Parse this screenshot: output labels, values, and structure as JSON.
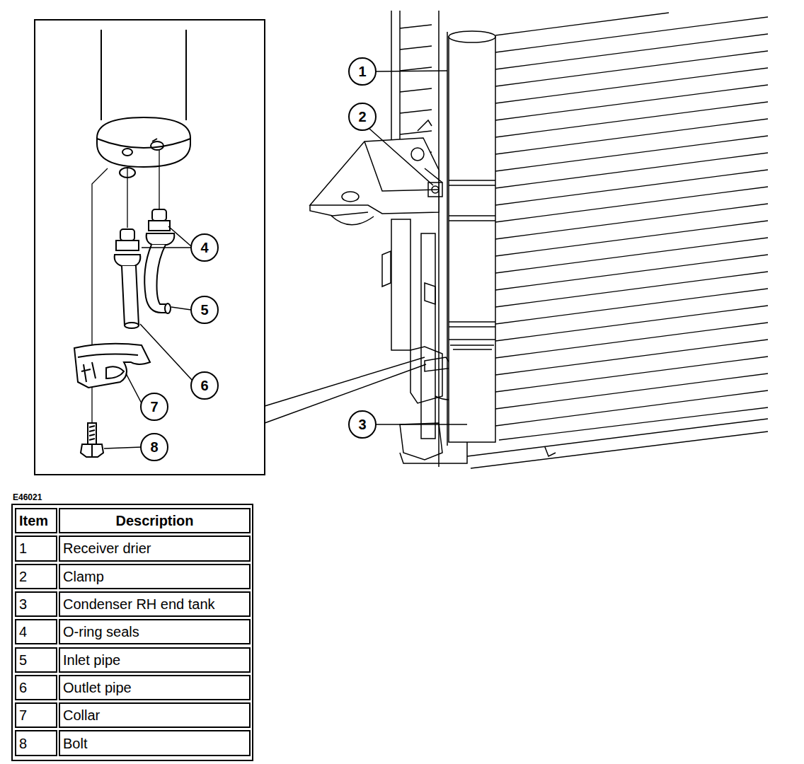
{
  "diagram": {
    "nodes": [
      {
        "text": [
          "1"
        ]
      },
      {
        "text": [
          "2"
        ]
      },
      {
        "text": [
          "4"
        ]
      },
      {
        "text": [
          "5"
        ]
      },
      {
        "text": [
          "6"
        ]
      },
      {
        "text": [
          "3"
        ]
      },
      {
        "text": [
          "7"
        ]
      },
      {
        "text": [
          "8"
        ]
      }
    ],
    "labels": [
      "E46021",
      "Item",
      "Description",
      "1",
      "Receiver drier",
      "2",
      "Clamp",
      "3",
      "Condenser RH end tank",
      "4",
      "O-ring seals",
      "5",
      "Inlet pipe",
      "6",
      "Outlet pipe",
      "7",
      "Collar",
      "8",
      "Bolt"
    ]
  }
}
